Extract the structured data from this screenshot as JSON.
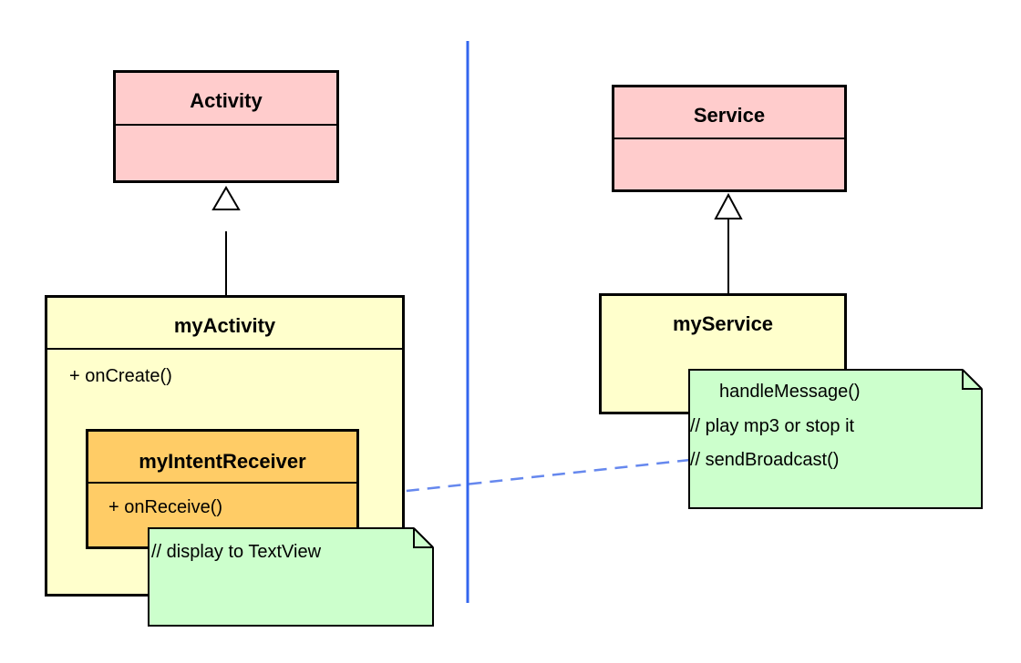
{
  "diagram": {
    "left": {
      "activity": {
        "name": "Activity"
      },
      "my_activity": {
        "name": "myActivity",
        "operations": [
          "+ onCreate()"
        ]
      },
      "receiver": {
        "name": "myIntentReceiver",
        "operations": [
          "+ onReceive()"
        ]
      },
      "note": {
        "lines": [
          "// display to TextView"
        ]
      }
    },
    "right": {
      "service": {
        "name": "Service"
      },
      "my_service": {
        "name": "myService"
      },
      "note": {
        "lines": [
          "handleMessage()",
          "// play mp3 or stop it",
          "//  sendBroadcast()"
        ]
      }
    },
    "colors": {
      "base_class": "#ffcccc",
      "sub_class": "#ffffcc",
      "inner_class": "#ffcc66",
      "note": "#ccffcc",
      "separator": "#3366ee",
      "dependency": "#6688ee"
    }
  }
}
